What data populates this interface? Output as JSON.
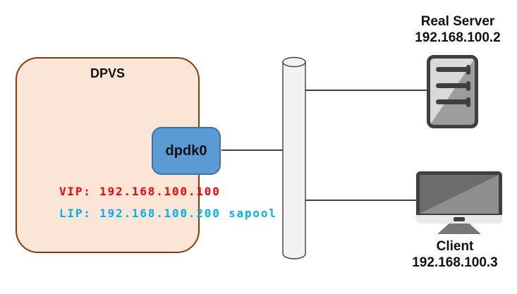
{
  "diagram": {
    "dpvs": {
      "label": "DPVS",
      "vip_text": "VIP: 192.168.100.100",
      "lip_text": "LIP: 192.168.100.200 sapool"
    },
    "interface": {
      "label": "dpdk0"
    },
    "real_server": {
      "name": "Real Server",
      "ip": "192.168.100.2"
    },
    "client": {
      "name": "Client",
      "ip": "192.168.100.3"
    }
  },
  "icons": {
    "switch": "network-bus-cylinder-icon",
    "real_server": "server-tower-icon",
    "client": "desktop-monitor-icon"
  },
  "colors": {
    "dpvs_fill": "#fbe5d6",
    "dpvs_border": "#823b0b",
    "nic_fill": "#5b9bd5",
    "nic_border": "#41719c",
    "vip_color": "#ff0000",
    "lip_color": "#00b0f0",
    "line_color": "#000000",
    "cylinder_fill": "#f2f2f2",
    "cylinder_stroke": "#404040",
    "icon_dark": "#3f3f3f",
    "icon_light_gray": "#d9d9d9",
    "icon_mid_gray": "#9d9d9d",
    "screen_dark": "#6c6c6c",
    "screen_light": "#8e8e8e",
    "bezel_light": "#e9e9e9",
    "stand_gray": "#777777",
    "text_color": "#111111"
  }
}
